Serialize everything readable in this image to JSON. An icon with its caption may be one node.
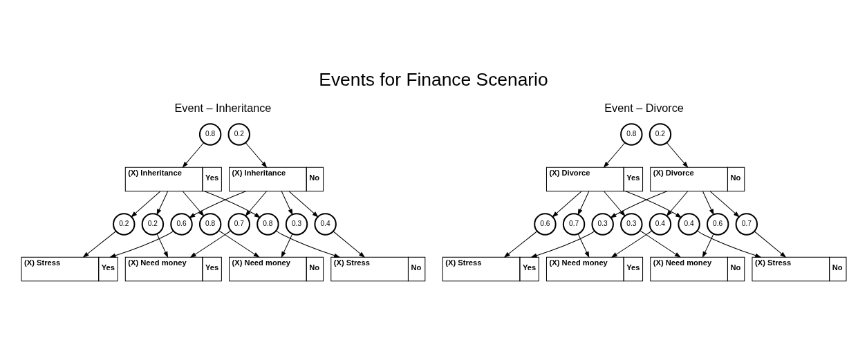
{
  "diagram": {
    "title": "Events for Finance Scenario",
    "nodes": [
      {
        "text": [
          "0.8"
        ]
      },
      {
        "text": [
          "0.2"
        ]
      },
      {
        "text": [
          "(X) Inheritance",
          "Yes"
        ]
      },
      {
        "text": [
          "(X) Inheritance",
          "No"
        ]
      },
      {
        "text": [
          "0.2"
        ]
      },
      {
        "text": [
          "0.8"
        ]
      },
      {
        "text": [
          "0.6"
        ]
      },
      {
        "text": [
          "0.4"
        ]
      },
      {
        "text": [
          "0.2"
        ]
      },
      {
        "text": [
          "0.8"
        ]
      },
      {
        "text": [
          "0.7"
        ]
      },
      {
        "text": [
          "0.3"
        ]
      },
      {
        "text": [
          "(X) Stress",
          "Yes"
        ]
      },
      {
        "text": [
          "(X) Stress",
          "No"
        ]
      },
      {
        "text": [
          "(X) Need money",
          "Yes"
        ]
      },
      {
        "text": [
          "(X) Need money",
          "No"
        ]
      },
      {
        "text": [
          "0.8"
        ]
      },
      {
        "text": [
          "0.2"
        ]
      },
      {
        "text": [
          "(X) Divorce",
          "Yes"
        ]
      },
      {
        "text": [
          "(X) Divorce",
          "No"
        ]
      },
      {
        "text": [
          "0.6"
        ]
      },
      {
        "text": [
          "0.4"
        ]
      },
      {
        "text": [
          "0.3"
        ]
      },
      {
        "text": [
          "0.7"
        ]
      },
      {
        "text": [
          "0.7"
        ]
      },
      {
        "text": [
          "0.3"
        ]
      },
      {
        "text": [
          "0.4"
        ]
      },
      {
        "text": [
          "0.6"
        ]
      },
      {
        "text": [
          "(X) Stress",
          "Yes"
        ]
      },
      {
        "text": [
          "(X) Stress",
          "No"
        ]
      },
      {
        "text": [
          "(X) Need money",
          "Yes"
        ]
      },
      {
        "text": [
          "(X) Need money",
          "No"
        ]
      }
    ],
    "edges": [
      {
        "from": 0,
        "to": 2,
        "arrow": "to"
      },
      {
        "from": 1,
        "to": 3,
        "arrow": "to"
      },
      {
        "from": 2,
        "to": 4,
        "arrow": "to"
      },
      {
        "from": 2,
        "to": 5,
        "arrow": "to"
      },
      {
        "from": 3,
        "to": 6,
        "arrow": "to"
      },
      {
        "from": 3,
        "to": 7,
        "arrow": "to"
      },
      {
        "from": 2,
        "to": 8,
        "arrow": "to"
      },
      {
        "from": 2,
        "to": 9,
        "arrow": "to"
      },
      {
        "from": 3,
        "to": 10,
        "arrow": "to"
      },
      {
        "from": 3,
        "to": 11,
        "arrow": "to"
      },
      {
        "from": 4,
        "to": 12,
        "arrow": "to"
      },
      {
        "from": 5,
        "to": 13,
        "arrow": "to"
      },
      {
        "from": 6,
        "to": 12,
        "arrow": "to"
      },
      {
        "from": 7,
        "to": 13,
        "arrow": "to"
      },
      {
        "from": 8,
        "to": 14,
        "arrow": "to"
      },
      {
        "from": 9,
        "to": 15,
        "arrow": "to"
      },
      {
        "from": 10,
        "to": 14,
        "arrow": "to"
      },
      {
        "from": 11,
        "to": 15,
        "arrow": "to"
      },
      {
        "from": 16,
        "to": 18,
        "arrow": "to"
      },
      {
        "from": 17,
        "to": 19,
        "arrow": "to"
      },
      {
        "from": 18,
        "to": 20,
        "arrow": "to"
      },
      {
        "from": 18,
        "to": 21,
        "arrow": "to"
      },
      {
        "from": 19,
        "to": 22,
        "arrow": "to"
      },
      {
        "from": 19,
        "to": 23,
        "arrow": "to"
      },
      {
        "from": 18,
        "to": 24,
        "arrow": "to"
      },
      {
        "from": 18,
        "to": 25,
        "arrow": "to"
      },
      {
        "from": 19,
        "to": 26,
        "arrow": "to"
      },
      {
        "from": 19,
        "to": 27,
        "arrow": "to"
      },
      {
        "from": 20,
        "to": 28,
        "arrow": "to"
      },
      {
        "from": 21,
        "to": 29,
        "arrow": "to"
      },
      {
        "from": 22,
        "to": 28,
        "arrow": "to"
      },
      {
        "from": 23,
        "to": 29,
        "arrow": "to"
      },
      {
        "from": 24,
        "to": 30,
        "arrow": "to"
      },
      {
        "from": 25,
        "to": 31,
        "arrow": "to"
      },
      {
        "from": 26,
        "to": 30,
        "arrow": "to"
      },
      {
        "from": 27,
        "to": 31,
        "arrow": "to"
      }
    ],
    "labels": [
      "Event – Inheritance",
      "Event – Divorce"
    ]
  }
}
